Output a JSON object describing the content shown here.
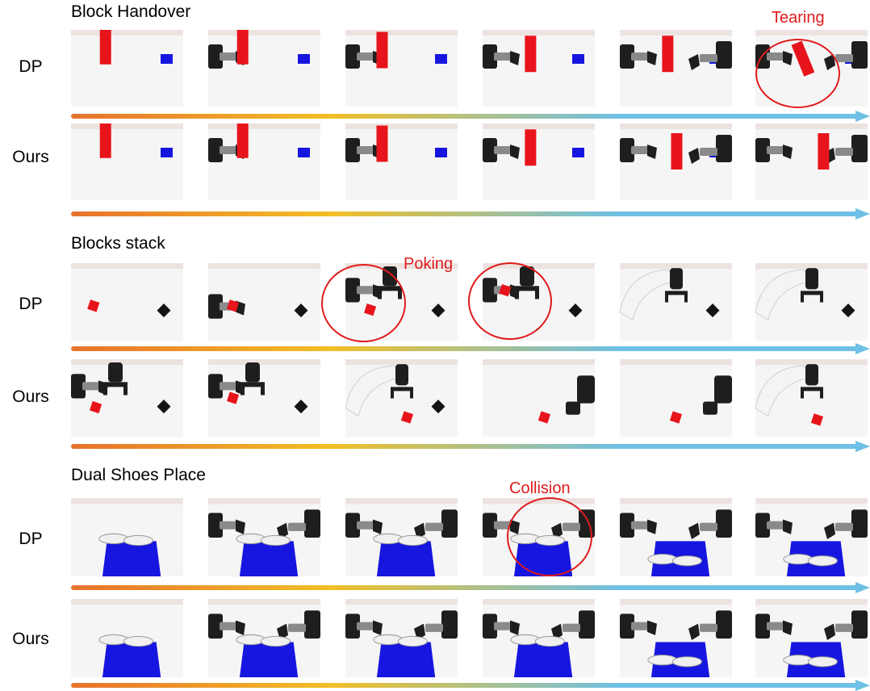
{
  "sections": [
    {
      "title": "Block Handover",
      "rows": [
        {
          "label": "DP",
          "frames": [
            {
              "robot": "none",
              "obj": "pillar",
              "ox": 0.3,
              "oy": 0.45,
              "target": "blue-square"
            },
            {
              "robot": "left-arm",
              "obj": "pillar",
              "ox": 0.3,
              "oy": 0.45,
              "target": "blue-square"
            },
            {
              "robot": "left-arm",
              "obj": "pillar",
              "ox": 0.32,
              "oy": 0.5,
              "target": "blue-square"
            },
            {
              "robot": "left-arm",
              "obj": "pillar",
              "ox": 0.42,
              "oy": 0.55,
              "target": "blue-square"
            },
            {
              "robot": "both-arms",
              "obj": "pillar",
              "ox": 0.42,
              "oy": 0.55,
              "target": "blue-square"
            },
            {
              "robot": "both-arms",
              "obj": "pillar-tilted",
              "ox": 0.42,
              "oy": 0.6,
              "target": "blue-square"
            }
          ]
        },
        {
          "label": "Ours",
          "frames": [
            {
              "robot": "none",
              "obj": "pillar",
              "ox": 0.3,
              "oy": 0.45,
              "target": "blue-square"
            },
            {
              "robot": "left-arm",
              "obj": "pillar",
              "ox": 0.3,
              "oy": 0.45,
              "target": "blue-square"
            },
            {
              "robot": "left-arm",
              "obj": "pillar",
              "ox": 0.32,
              "oy": 0.5,
              "target": "blue-square"
            },
            {
              "robot": "left-arm",
              "obj": "pillar",
              "ox": 0.42,
              "oy": 0.55,
              "target": "blue-square"
            },
            {
              "robot": "both-arms",
              "obj": "pillar",
              "ox": 0.5,
              "oy": 0.6,
              "target": "blue-square"
            },
            {
              "robot": "both-arms",
              "obj": "pillar",
              "ox": 0.6,
              "oy": 0.6,
              "target": "none"
            }
          ]
        }
      ]
    },
    {
      "title": "Blocks stack",
      "rows": [
        {
          "label": "DP",
          "frames": [
            {
              "robot": "none",
              "obj": "cube",
              "ox": 0.2,
              "oy": 0.55,
              "target": "black-cube"
            },
            {
              "robot": "left-arm-low",
              "obj": "cube",
              "ox": 0.22,
              "oy": 0.55,
              "target": "black-cube"
            },
            {
              "robot": "arm-grip",
              "obj": "cube",
              "ox": 0.22,
              "oy": 0.6,
              "target": "black-cube"
            },
            {
              "robot": "arm-grip",
              "obj": "cube",
              "ox": 0.2,
              "oy": 0.35,
              "target": "black-cube"
            },
            {
              "robot": "white-arm",
              "obj": "none",
              "ox": 0.0,
              "oy": 0.0,
              "target": "black-cube"
            },
            {
              "robot": "white-arm",
              "obj": "none",
              "ox": 0.0,
              "oy": 0.0,
              "target": "black-cube"
            }
          ]
        },
        {
          "label": "Ours",
          "frames": [
            {
              "robot": "arm-grip",
              "obj": "cube",
              "ox": 0.22,
              "oy": 0.62,
              "target": "black-cube"
            },
            {
              "robot": "arm-grip",
              "obj": "cube",
              "ox": 0.22,
              "oy": 0.5,
              "target": "black-cube"
            },
            {
              "robot": "white-arm",
              "obj": "cube",
              "ox": 0.55,
              "oy": 0.75,
              "target": "black-cube"
            },
            {
              "robot": "right-arm",
              "obj": "cube",
              "ox": 0.55,
              "oy": 0.75,
              "target": "none"
            },
            {
              "robot": "right-arm",
              "obj": "cube",
              "ox": 0.5,
              "oy": 0.75,
              "target": "none"
            },
            {
              "robot": "white-arm",
              "obj": "cube",
              "ox": 0.55,
              "oy": 0.78,
              "target": "none"
            }
          ]
        }
      ]
    },
    {
      "title": "Dual Shoes Place",
      "rows": [
        {
          "label": "DP",
          "frames": [
            {
              "robot": "none",
              "obj": "shoes",
              "ox": 0.0,
              "oy": 0.0,
              "target": "blue-mat"
            },
            {
              "robot": "both-arms",
              "obj": "shoes",
              "ox": 0.0,
              "oy": 0.0,
              "target": "blue-mat"
            },
            {
              "robot": "both-arms",
              "obj": "shoes",
              "ox": 0.0,
              "oy": 0.0,
              "target": "blue-mat"
            },
            {
              "robot": "both-arms",
              "obj": "shoes",
              "ox": 0.0,
              "oy": 0.0,
              "target": "blue-mat"
            },
            {
              "robot": "both-arms",
              "obj": "shoes-on-mat",
              "ox": 0.0,
              "oy": 0.0,
              "target": "blue-mat"
            },
            {
              "robot": "both-arms",
              "obj": "shoes-on-mat",
              "ox": 0.0,
              "oy": 0.0,
              "target": "blue-mat"
            }
          ]
        },
        {
          "label": "Ours",
          "frames": [
            {
              "robot": "none",
              "obj": "shoes",
              "ox": 0.0,
              "oy": 0.0,
              "target": "blue-mat"
            },
            {
              "robot": "both-arms",
              "obj": "shoes",
              "ox": 0.0,
              "oy": 0.0,
              "target": "blue-mat"
            },
            {
              "robot": "both-arms",
              "obj": "shoes",
              "ox": 0.0,
              "oy": 0.0,
              "target": "blue-mat"
            },
            {
              "robot": "both-arms",
              "obj": "shoes",
              "ox": 0.0,
              "oy": 0.0,
              "target": "blue-mat"
            },
            {
              "robot": "both-arms",
              "obj": "shoes-on-mat",
              "ox": 0.0,
              "oy": 0.0,
              "target": "blue-mat"
            },
            {
              "robot": "both-arms",
              "obj": "shoes-on-mat",
              "ox": 0.0,
              "oy": 0.0,
              "target": "blue-mat"
            }
          ]
        }
      ]
    }
  ],
  "annotations": [
    {
      "text": "Tearing",
      "section": 0,
      "row": 0,
      "frame": 5
    },
    {
      "text": "Poking",
      "section": 1,
      "row": 0,
      "frames": [
        2,
        3
      ]
    },
    {
      "text": "Collision",
      "section": 2,
      "row": 0,
      "frame": 3
    }
  ],
  "colors": {
    "annotation": "#e01b1b",
    "object_red": "#e8141b",
    "target_blue": "#1616e0",
    "arrow_start": "#e8722c",
    "arrow_mid": "#f2bf26",
    "arrow_end": "#6ec0e6",
    "floor": "#f6f5f5",
    "wall": "#ece3e1"
  },
  "icons": {
    "timeline": "gradient-arrow-icon",
    "highlight": "red-circle-icon"
  }
}
